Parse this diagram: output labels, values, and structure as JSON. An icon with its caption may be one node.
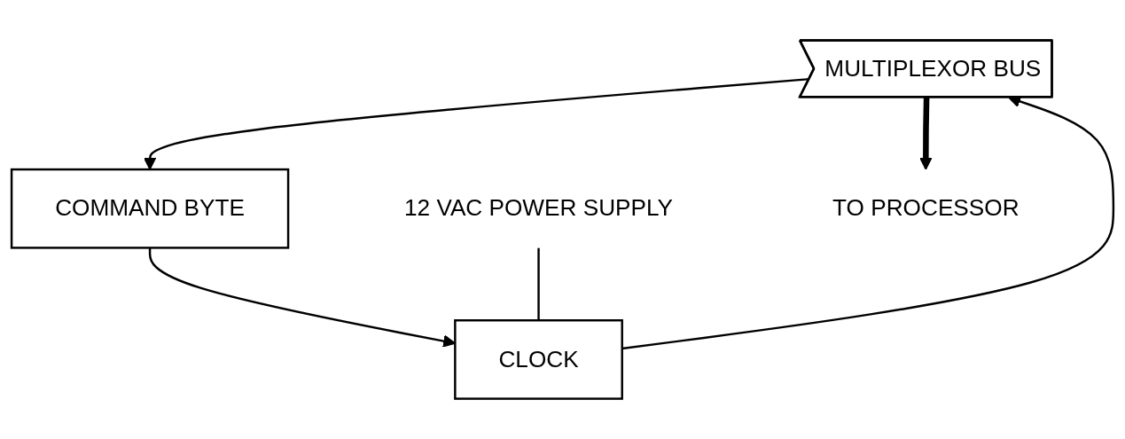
{
  "diagram": {
    "nodes": [
      {
        "text": [
          "MULTIPLEXOR BUS"
        ]
      },
      {
        "text": [
          "COMMAND BYTE"
        ]
      },
      {
        "text": [
          "CLOCK"
        ]
      },
      {
        "text": [
          "12 VAC POWER SUPPLY"
        ]
      },
      {
        "text": [
          "TO PROCESSOR"
        ]
      }
    ],
    "edges": [
      {
        "from": 0,
        "to": 1,
        "arrow": "to"
      },
      {
        "from": 1,
        "to": 2,
        "arrow": "to"
      },
      {
        "from": 2,
        "to": 0,
        "arrow": "to"
      },
      {
        "from": 3,
        "to": 2,
        "arrow": "none"
      },
      {
        "from": 0,
        "to": 4,
        "arrow": "to",
        "style": "thick"
      }
    ]
  }
}
